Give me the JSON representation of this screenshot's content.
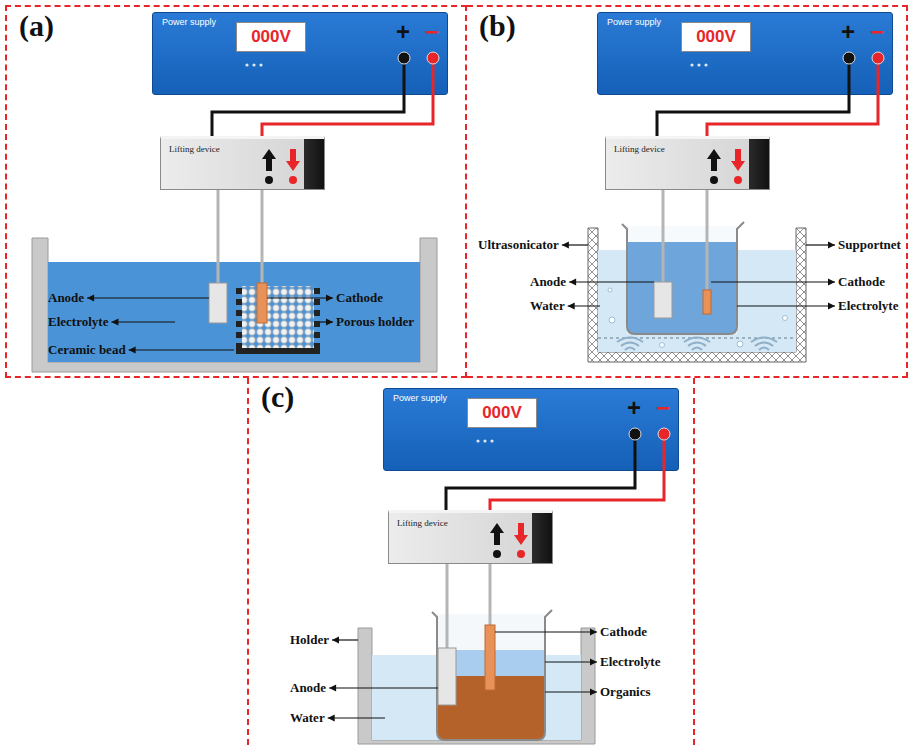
{
  "diagram": {
    "nodes": [
      {
        "text": [
          "(a)"
        ]
      },
      {
        "text": [
          "Power supply"
        ],
        "in": 0
      },
      {
        "text": [
          "000V"
        ],
        "in": 1
      },
      {
        "text": [
          "Lifting device"
        ],
        "in": 0
      },
      {
        "text": [
          "(b)"
        ]
      },
      {
        "text": [
          "Power supply"
        ],
        "in": 4
      },
      {
        "text": [
          "000V"
        ],
        "in": 5
      },
      {
        "text": [
          "Lifting device"
        ],
        "in": 4
      },
      {
        "text": [
          "(c)"
        ]
      },
      {
        "text": [
          "Power supply"
        ],
        "in": 8
      },
      {
        "text": [
          "000V"
        ],
        "in": 9
      },
      {
        "text": [
          "Lifting device"
        ],
        "in": 8
      }
    ],
    "edges": [
      {
        "from": 1,
        "to": 3,
        "arrow": "none"
      },
      {
        "from": 1,
        "to": 3,
        "arrow": "none"
      },
      {
        "from": 5,
        "to": 7,
        "arrow": "none"
      },
      {
        "from": 5,
        "to": 7,
        "arrow": "none"
      },
      {
        "from": 9,
        "to": 11,
        "arrow": "none"
      },
      {
        "from": 9,
        "to": 11,
        "arrow": "none"
      }
    ],
    "labels": [
      "+",
      "−",
      "Anode",
      "Electrolyte",
      "Ceramic bead",
      "Cathode",
      "Porous holder",
      "+",
      "−",
      "Ultrasonicator",
      "Anode",
      "Water",
      "Supportnet",
      "Cathode",
      "Electrolyte",
      "+",
      "−",
      "Holder",
      "Anode",
      "Water",
      "Cathode",
      "Electrolyte",
      "Organics"
    ]
  }
}
